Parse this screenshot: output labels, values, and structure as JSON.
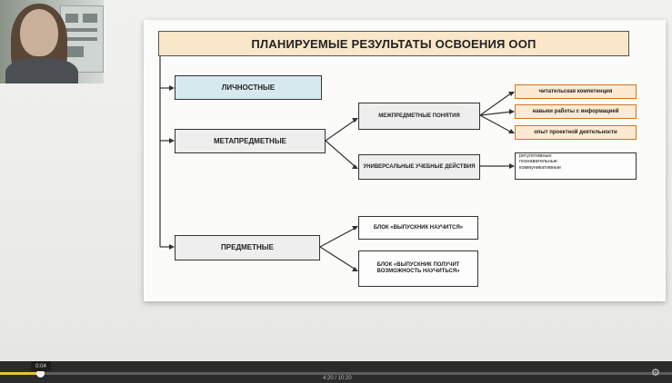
{
  "player": {
    "hover_time": "0:04",
    "elapsed_total": "4:20 / 10:20",
    "progress_fraction": 0.06,
    "settings_icon": "gear-icon",
    "colors": {
      "progress_played": "#e8c532",
      "control_bar": "#2b2b2b"
    }
  },
  "slide": {
    "title": "ПЛАНИРУЕМЫЕ РЕЗУЛЬТАТЫ ОСВОЕНИЯ ООП",
    "level1": {
      "personal": "ЛИЧНОСТНЫЕ",
      "metasubject": "МЕТАПРЕДМЕТНЫЕ",
      "subject": "ПРЕДМЕТНЫЕ"
    },
    "meta": {
      "concepts": "МЕЖПРЕДМЕТНЫЕ ПОНЯТИЯ",
      "uud": "УНИВЕРСАЛЬНЫЕ УЧЕБНЫЕ ДЕЙСТВИЯ"
    },
    "concept_items": [
      "читательская компетенция",
      "навыки работы с информацией",
      "опыт проектной деятельности"
    ],
    "uud_items": [
      "регулятивные",
      "познавательные",
      "коммуникативные"
    ],
    "subject_blocks": {
      "will_learn": "БЛОК «ВЫПУСКНИК НАУЧИТСЯ»",
      "may_learn": "БЛОК «ВЫПУСКНИК ПОЛУЧИТ ВОЗМОЖНОСТЬ НАУЧИТЬСЯ»"
    },
    "colors": {
      "title_bg": "#fae6c8",
      "personal_bg": "#d6e9ee",
      "accent_border": "#c9772a"
    }
  }
}
